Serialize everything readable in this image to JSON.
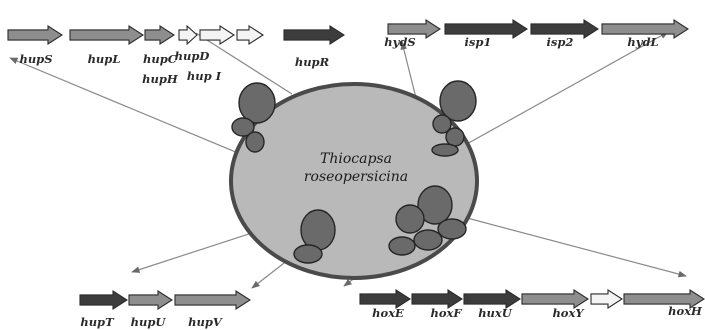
{
  "organism": {
    "line1": "Thiocapsa",
    "line2": "roseopersicina"
  },
  "clusters": [
    {
      "id": "hup-top",
      "genes": [
        {
          "id": "hupS",
          "shade": "mid"
        },
        {
          "id": "hupL",
          "shade": "mid"
        },
        {
          "id": "hupC",
          "shade": "mid"
        },
        {
          "id": "hupD",
          "shade": "light"
        },
        {
          "id": "hupH",
          "shade": "light"
        },
        {
          "id": "hupI",
          "shade": "light"
        },
        {
          "id": "hupR",
          "shade": "dark"
        }
      ],
      "labels": [
        {
          "gene": "hupS",
          "text": "hupS"
        },
        {
          "gene": "hupL",
          "text": "hupL"
        },
        {
          "gene": "hupC",
          "text": "hupC"
        },
        {
          "gene": "hupC",
          "text": "hupH"
        },
        {
          "gene": "hupD",
          "text": "hupD"
        },
        {
          "gene": "hupD",
          "text": "hup I"
        },
        {
          "gene": "hupR",
          "text": "hupR"
        }
      ]
    },
    {
      "id": "hyd-top",
      "genes": [
        {
          "id": "hydS",
          "shade": "mid"
        },
        {
          "id": "isp1",
          "shade": "dark"
        },
        {
          "id": "isp2",
          "shade": "dark"
        },
        {
          "id": "hydL",
          "shade": "mid"
        }
      ],
      "labels": [
        {
          "gene": "hydS",
          "text": "hydS"
        },
        {
          "gene": "isp1",
          "text": "isp1"
        },
        {
          "gene": "isp2",
          "text": "isp2"
        },
        {
          "gene": "hydL",
          "text": "hydL"
        }
      ]
    },
    {
      "id": "hup-bottom",
      "genes": [
        {
          "id": "hupT",
          "shade": "dark"
        },
        {
          "id": "hupU",
          "shade": "mid"
        },
        {
          "id": "hupV",
          "shade": "mid"
        }
      ],
      "labels": [
        {
          "gene": "hupT",
          "text": "hupT"
        },
        {
          "gene": "hupU",
          "text": "hupU"
        },
        {
          "gene": "hupV",
          "text": "hupV"
        }
      ]
    },
    {
      "id": "hox-bottom",
      "genes": [
        {
          "id": "hoxE",
          "shade": "dark"
        },
        {
          "id": "hoxF",
          "shade": "dark"
        },
        {
          "id": "huxU",
          "shade": "dark"
        },
        {
          "id": "hoxY",
          "shade": "mid"
        },
        {
          "id": "hoxW",
          "shade": "light"
        },
        {
          "id": "hoxH",
          "shade": "mid"
        }
      ],
      "labels": [
        {
          "gene": "hoxE",
          "text": "hoxE"
        },
        {
          "gene": "hoxF",
          "text": "hoxF"
        },
        {
          "gene": "huxU",
          "text": "huxU"
        },
        {
          "gene": "hoxY",
          "text": "hoxY"
        },
        {
          "gene": "hoxH",
          "text": "hoxH"
        }
      ]
    }
  ],
  "colors": {
    "dark": "#3c3c3c",
    "mid": "#8e8e8e",
    "light": "#f4f4f4",
    "cell_fill": "#b9b9b9",
    "cell_stroke": "#4a4a4a",
    "enzyme_fill": "#6a6a6a",
    "enzyme_stroke": "#262626",
    "link_line": "#8a8a8a"
  }
}
